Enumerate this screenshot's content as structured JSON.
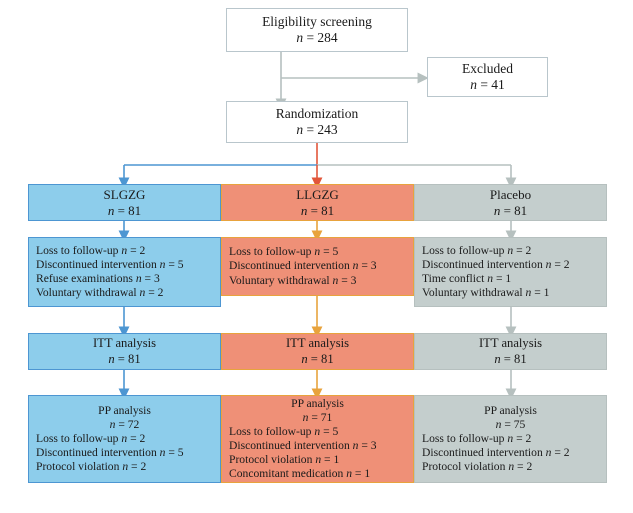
{
  "diagram": {
    "title": "CONSORT participant flow diagram",
    "type": "flowchart",
    "colors": {
      "group_1_fill": "#8dcdeb",
      "group_1_border": "#4d96d2",
      "group_1_connector": "#4d96d2",
      "group_2_fill": "#ef9077",
      "group_2_border": "#e8a33d",
      "group_2_connector": "#e8a33d",
      "group_2_split_connector": "#e2563a",
      "group_3_fill": "#c4cecd",
      "group_3_border": "#b6c0bf",
      "group_3_connector": "#b6c0bf",
      "plain_border": "#b9c6cc",
      "plain_fill": "#ffffff",
      "text": "#1a1a1a"
    },
    "nodes": {
      "eligibility": {
        "label": "Eligibility screening",
        "n_label": "n",
        "n_value": "= 284"
      },
      "excluded": {
        "label": "Excluded",
        "n_label": "n",
        "n_value": "= 41"
      },
      "randomization": {
        "label": "Randomization",
        "n_label": "n",
        "n_value": "= 243"
      }
    },
    "groups": [
      {
        "key": "slgzg",
        "header": {
          "label": "SLGZG",
          "n_label": "n",
          "n_value": "= 81"
        },
        "attrition": [
          {
            "label": "Loss to follow-up",
            "n_label": "n",
            "n_value": "= 2"
          },
          {
            "label": "Discontinued intervention",
            "n_label": "n",
            "n_value": "= 5"
          },
          {
            "label": "Refuse examinations",
            "n_label": "n",
            "n_value": "= 3"
          },
          {
            "label": "Voluntary withdrawal",
            "n_label": "n",
            "n_value": "= 2"
          }
        ],
        "itt": {
          "label": "ITT analysis",
          "n_label": "n",
          "n_value": "= 81"
        },
        "pp": {
          "label": "PP analysis",
          "n_label": "n",
          "n_value": "= 72",
          "reasons": [
            {
              "label": "Loss to follow-up",
              "n_label": "n",
              "n_value": "= 2"
            },
            {
              "label": "Discontinued intervention",
              "n_label": "n",
              "n_value": "= 5"
            },
            {
              "label": "Protocol violation",
              "n_label": "n",
              "n_value": "= 2"
            }
          ]
        }
      },
      {
        "key": "llgzg",
        "header": {
          "label": "LLGZG",
          "n_label": "n",
          "n_value": "= 81"
        },
        "attrition": [
          {
            "label": "Loss to follow-up",
            "n_label": "n",
            "n_value": "= 5"
          },
          {
            "label": "Discontinued intervention",
            "n_label": "n",
            "n_value": "= 3"
          },
          {
            "label": "Voluntary withdrawal",
            "n_label": "n",
            "n_value": "= 3"
          }
        ],
        "itt": {
          "label": "ITT analysis",
          "n_label": "n",
          "n_value": "= 81"
        },
        "pp": {
          "label": "PP analysis",
          "n_label": "n",
          "n_value": "= 71",
          "reasons": [
            {
              "label": "Loss to follow-up",
              "n_label": "n",
              "n_value": "= 5"
            },
            {
              "label": "Discontinued intervention",
              "n_label": "n",
              "n_value": "= 3"
            },
            {
              "label": "Protocol violation",
              "n_label": "n",
              "n_value": "= 1"
            },
            {
              "label": "Concomitant medication",
              "n_label": "n",
              "n_value": "= 1"
            }
          ]
        }
      },
      {
        "key": "placebo",
        "header": {
          "label": "Placebo",
          "n_label": "n",
          "n_value": "= 81"
        },
        "attrition": [
          {
            "label": "Loss to follow-up",
            "n_label": "n",
            "n_value": "= 2"
          },
          {
            "label": "Discontinued intervention",
            "n_label": "n",
            "n_value": "= 2"
          },
          {
            "label": "Time conflict",
            "n_label": "n",
            "n_value": "= 1"
          },
          {
            "label": "Voluntary withdrawal",
            "n_label": "n",
            "n_value": "= 1"
          }
        ],
        "itt": {
          "label": "ITT analysis",
          "n_label": "n",
          "n_value": "= 81"
        },
        "pp": {
          "label": "PP analysis",
          "n_label": "n",
          "n_value": "= 75",
          "reasons": [
            {
              "label": "Loss to follow-up",
              "n_label": "n",
              "n_value": "= 2"
            },
            {
              "label": "Discontinued intervention",
              "n_label": "n",
              "n_value": "= 2"
            },
            {
              "label": "Protocol violation",
              "n_label": "n",
              "n_value": "= 2"
            }
          ]
        }
      }
    ]
  }
}
